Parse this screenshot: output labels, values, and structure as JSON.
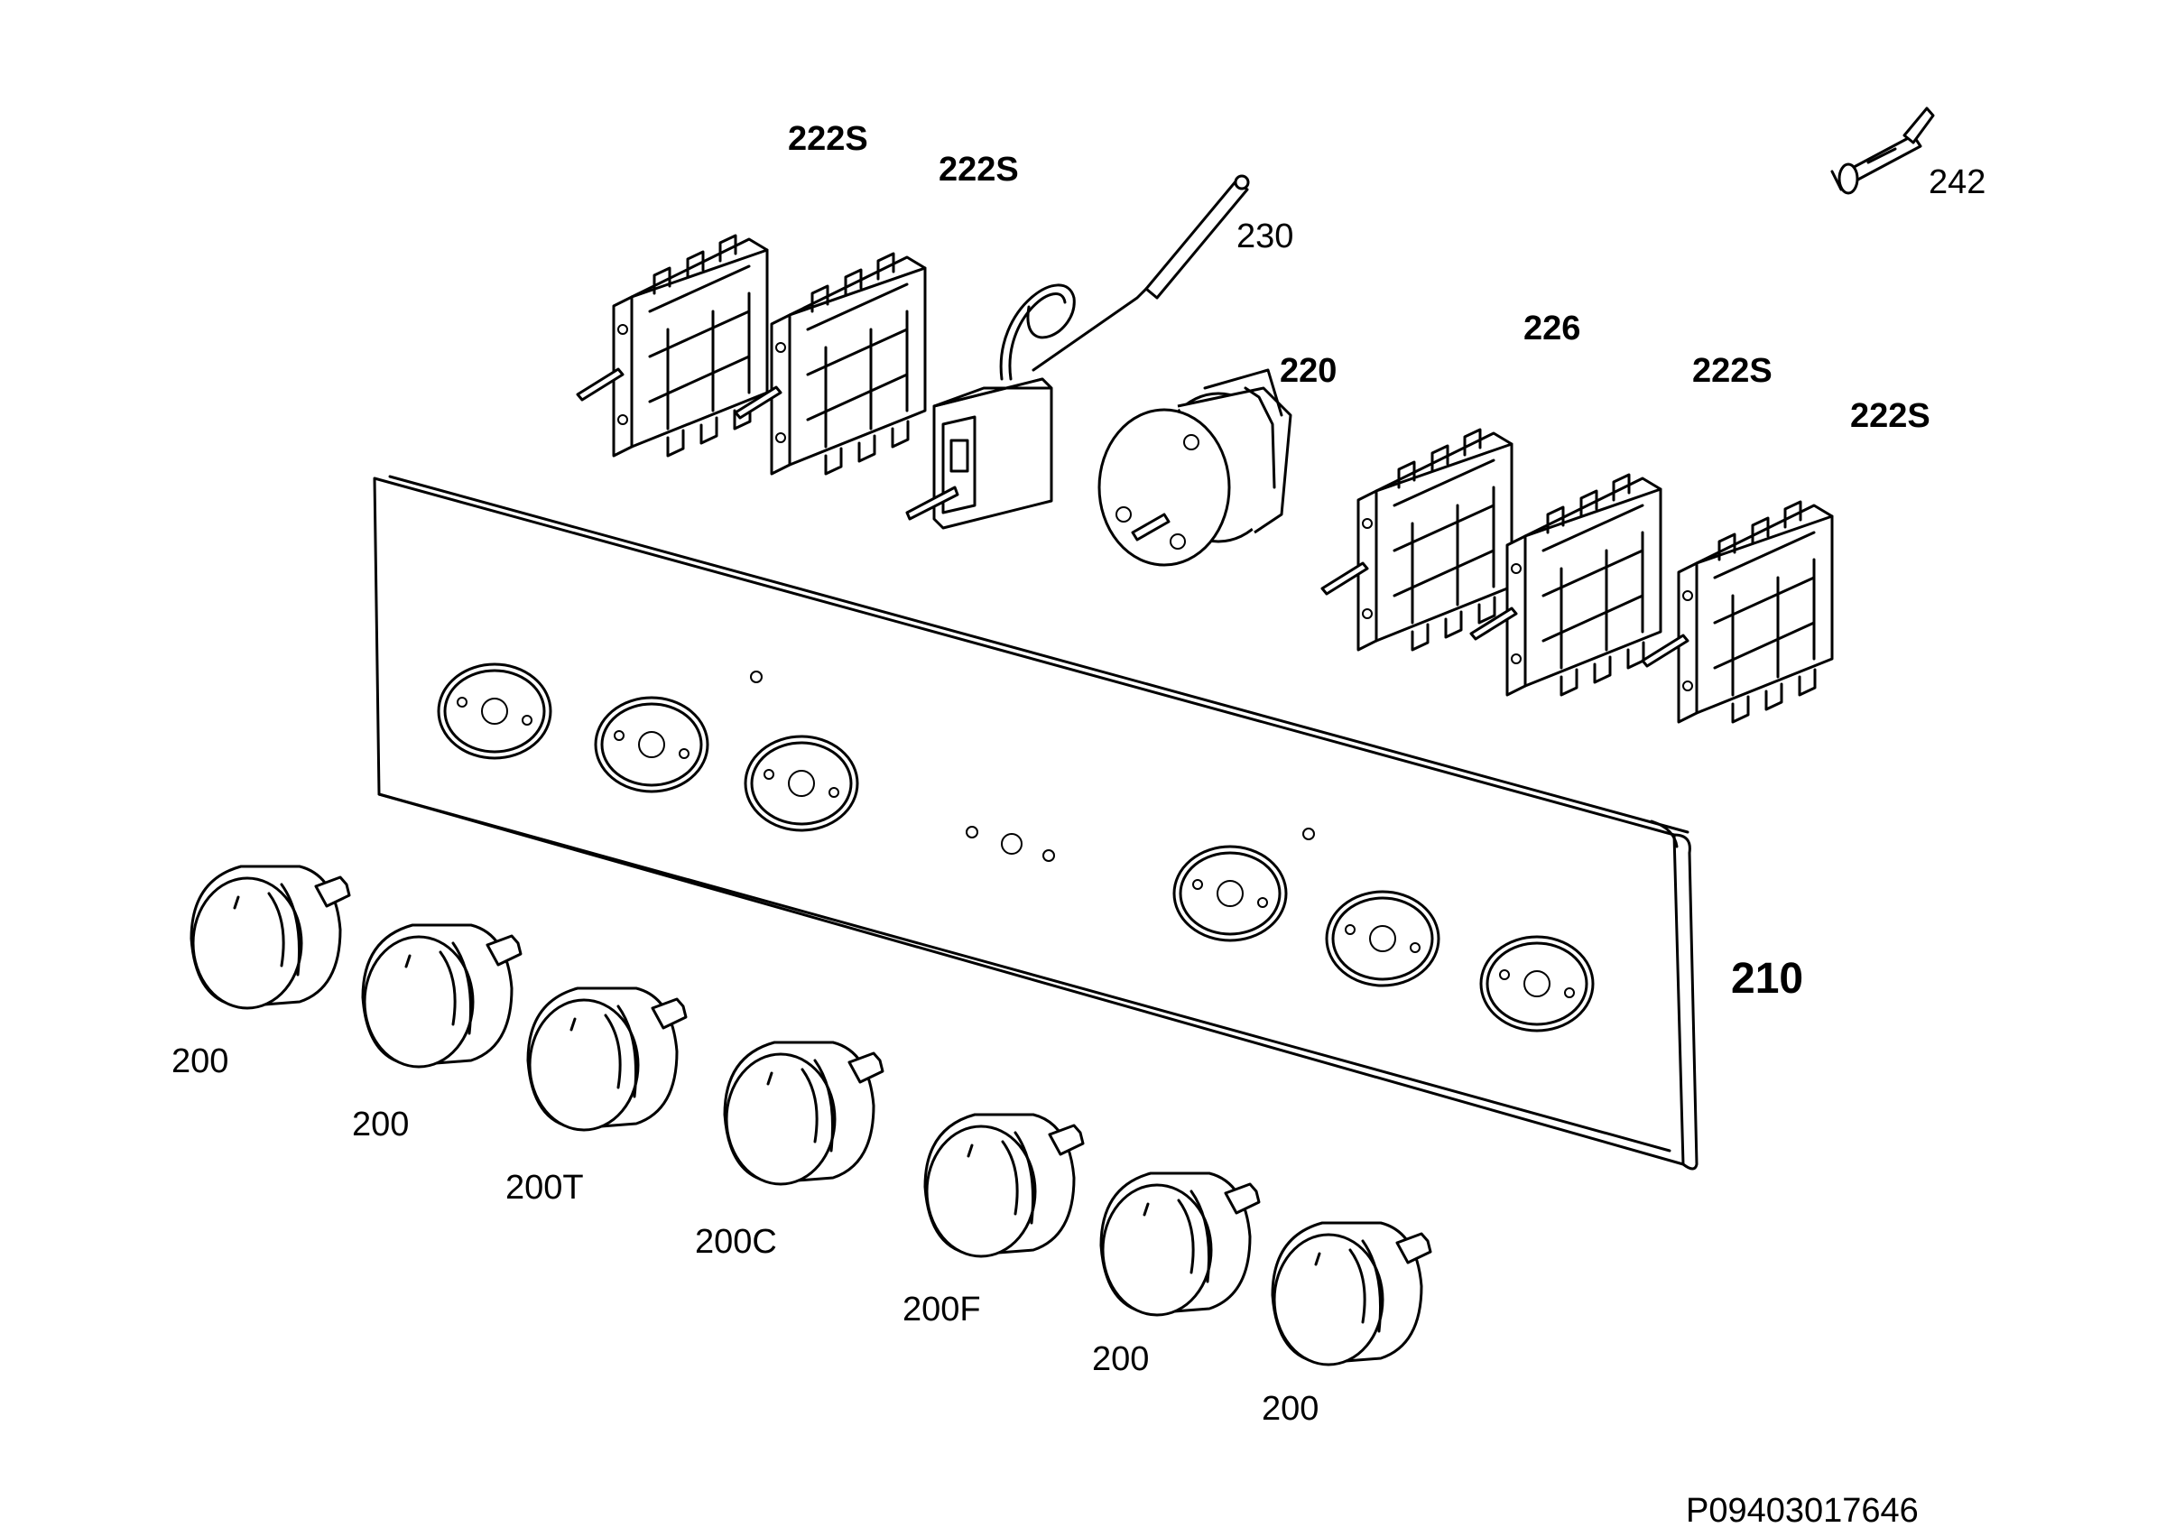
{
  "drawing_id": "P09403017646",
  "labels": {
    "switch_1": "222S",
    "switch_2": "222S",
    "sensor": "230",
    "fitting": "242",
    "timer": "220",
    "switch_226": "226",
    "switch_3": "222S",
    "switch_4": "222S",
    "panel": "210",
    "knob_1": "200",
    "knob_2": "200",
    "knob_3": "200T",
    "knob_4": "200C",
    "knob_5": "200F",
    "knob_6": "200",
    "knob_7": "200"
  }
}
